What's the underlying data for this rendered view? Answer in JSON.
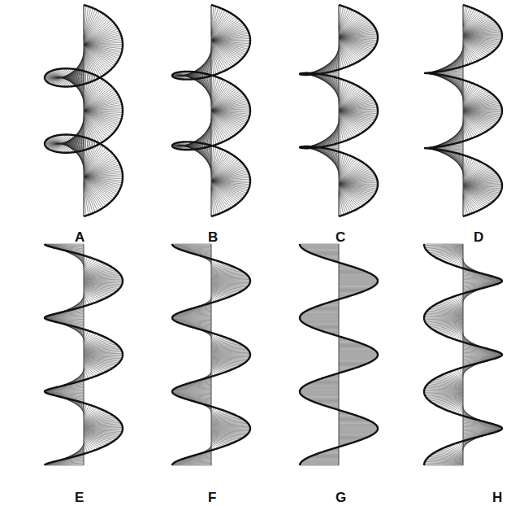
{
  "diagram": {
    "labels": [
      "A",
      "B",
      "C",
      "D",
      "E",
      "F",
      "G",
      "H"
    ]
  }
}
